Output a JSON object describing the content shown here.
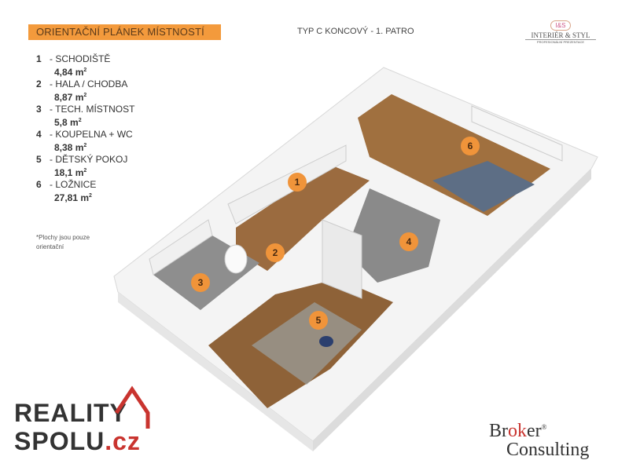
{
  "header": {
    "title": "ORIENTAČNÍ PLÁNEK MÍSTNOSTÍ",
    "subtitle": "TYP C  KONCOVÝ - 1. PATRO"
  },
  "legend": [
    {
      "num": "1",
      "name": "- SCHODIŠTĚ",
      "area": "4,84 m"
    },
    {
      "num": "2",
      "name": "- HALA / CHODBA",
      "area": "8,87 m"
    },
    {
      "num": "3",
      "name": "- TECH. MÍSTNOST",
      "area": "5,8 m"
    },
    {
      "num": "4",
      "name": "- KOUPELNA + WC",
      "area": "8,38 m"
    },
    {
      "num": "5",
      "name": "- DĚTSKÝ POKOJ",
      "area": "18,1 m"
    },
    {
      "num": "6",
      "name": "- LOŽNICE",
      "area": "27,81 m"
    }
  ],
  "unit_sup": "2",
  "note": "*Plochy jsou pouze orientační",
  "markers": [
    "1",
    "2",
    "3",
    "4",
    "5",
    "6"
  ],
  "logos": {
    "interier": {
      "mono": "I&S",
      "main": "INTERIÉR & STYL",
      "sub": "PROFESIONÁLNÍ PREZENTACE"
    },
    "reality": {
      "line1": "REALITY",
      "line2": "SPOLU",
      "tld": ".cz"
    },
    "broker": {
      "part1": "Br",
      "part2": "ok",
      "part3": "er",
      "reg": "®",
      "line2": "Consulting"
    }
  },
  "colors": {
    "accent": "#f39a3c",
    "marker": "#f0943a",
    "wood": "#9b6b3f",
    "brand_red": "#c9342f"
  }
}
